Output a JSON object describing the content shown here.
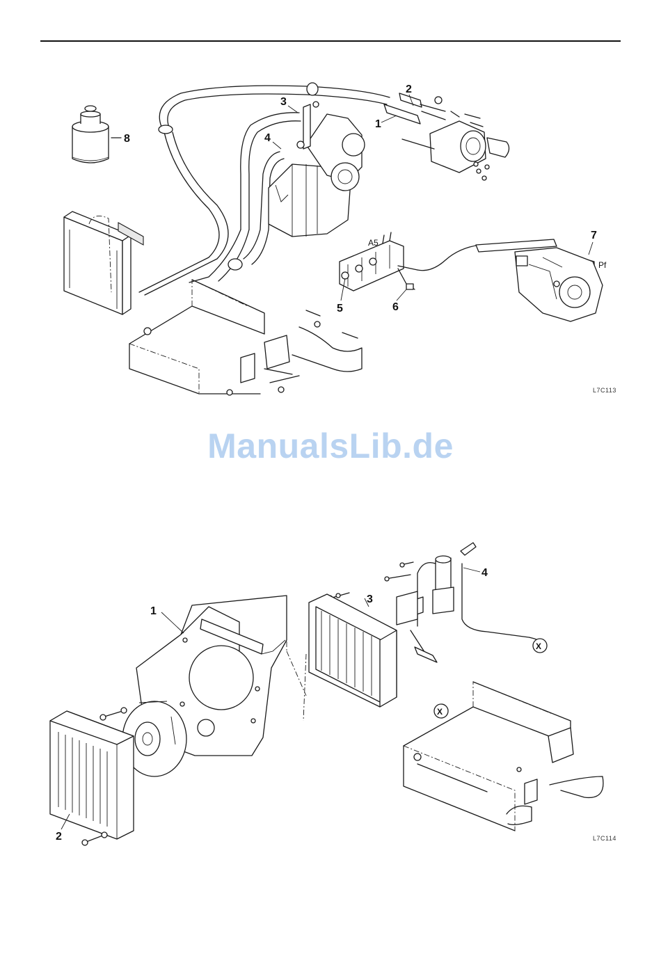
{
  "figure_top": {
    "code": "L7C113",
    "callouts": [
      "1",
      "2",
      "3",
      "4",
      "5",
      "6",
      "7",
      "8"
    ],
    "labels": {
      "a5": "A5",
      "pf": "Pf"
    }
  },
  "figure_bottom": {
    "code": "L7C114",
    "callouts": [
      "1",
      "2",
      "3",
      "4"
    ],
    "connector_label": "X"
  },
  "watermark": "ManualsLib.de"
}
